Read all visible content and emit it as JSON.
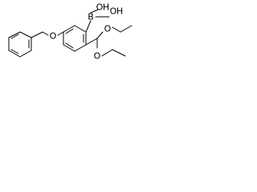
{
  "molecule": {
    "atoms": {
      "boron": "B",
      "hydroxyl_oxygen_1": "O",
      "hydroxyl_hydrogen_1": "H",
      "hydroxyl_oxygen_2": "O",
      "hydroxyl_hydrogen_2": "H",
      "ether_oxygen_1": "O",
      "ether_oxygen_2": "O",
      "benzyloxy_oxygen": "O"
    }
  }
}
